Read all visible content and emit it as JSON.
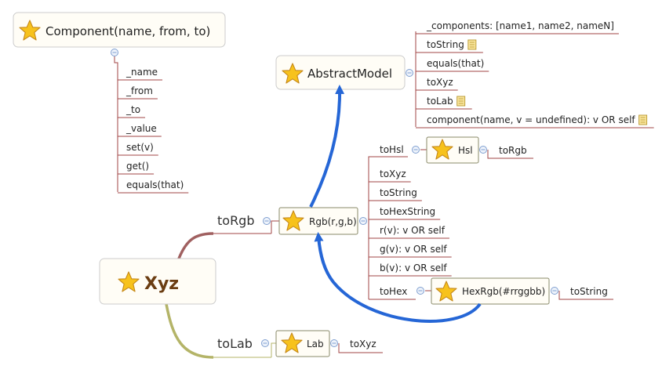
{
  "colors": {
    "line": "#a24545",
    "node_border": "#8a8a6a",
    "center_border": "#cccccc",
    "arrow": "#2566d6",
    "link_left_top": "#a06060",
    "link_left_bottom": "#b4b468",
    "collapse": "#7f9fd0"
  },
  "icons": {
    "star": "star-icon",
    "note": "note-icon",
    "collapse": "collapse-toggle-icon"
  },
  "component": {
    "title": "Component(name, from, to)",
    "children": [
      "_name",
      "_from",
      "_to",
      "_value",
      "set(v)",
      "get()",
      "equals(that)"
    ]
  },
  "abstract_model": {
    "title": "AbstractModel",
    "children": [
      {
        "label": "_components: [name1, name2, nameN]",
        "note": false
      },
      {
        "label": "toString",
        "note": true
      },
      {
        "label": "equals(that)",
        "note": false
      },
      {
        "label": "toXyz",
        "note": false
      },
      {
        "label": "toLab",
        "note": true
      },
      {
        "label": "component(name, v = undefined): v OR self",
        "note": true
      }
    ]
  },
  "center": {
    "title": "Xyz"
  },
  "left_branches": {
    "to_rgb": "toRgb",
    "to_lab": "toLab"
  },
  "rgb": {
    "title": "Rgb(r,g,b)",
    "to_hsl": "toHsl",
    "children": [
      "toXyz",
      "toString",
      "toHexString",
      "r(v): v OR self",
      "g(v): v OR self",
      "b(v): v OR self"
    ],
    "to_hex": "toHex"
  },
  "hsl": {
    "title": "Hsl",
    "child": "toRgb"
  },
  "hex_rgb": {
    "title": "HexRgb(#rrggbb)",
    "child": "toString"
  },
  "lab": {
    "title": "Lab",
    "child": "toXyz"
  }
}
